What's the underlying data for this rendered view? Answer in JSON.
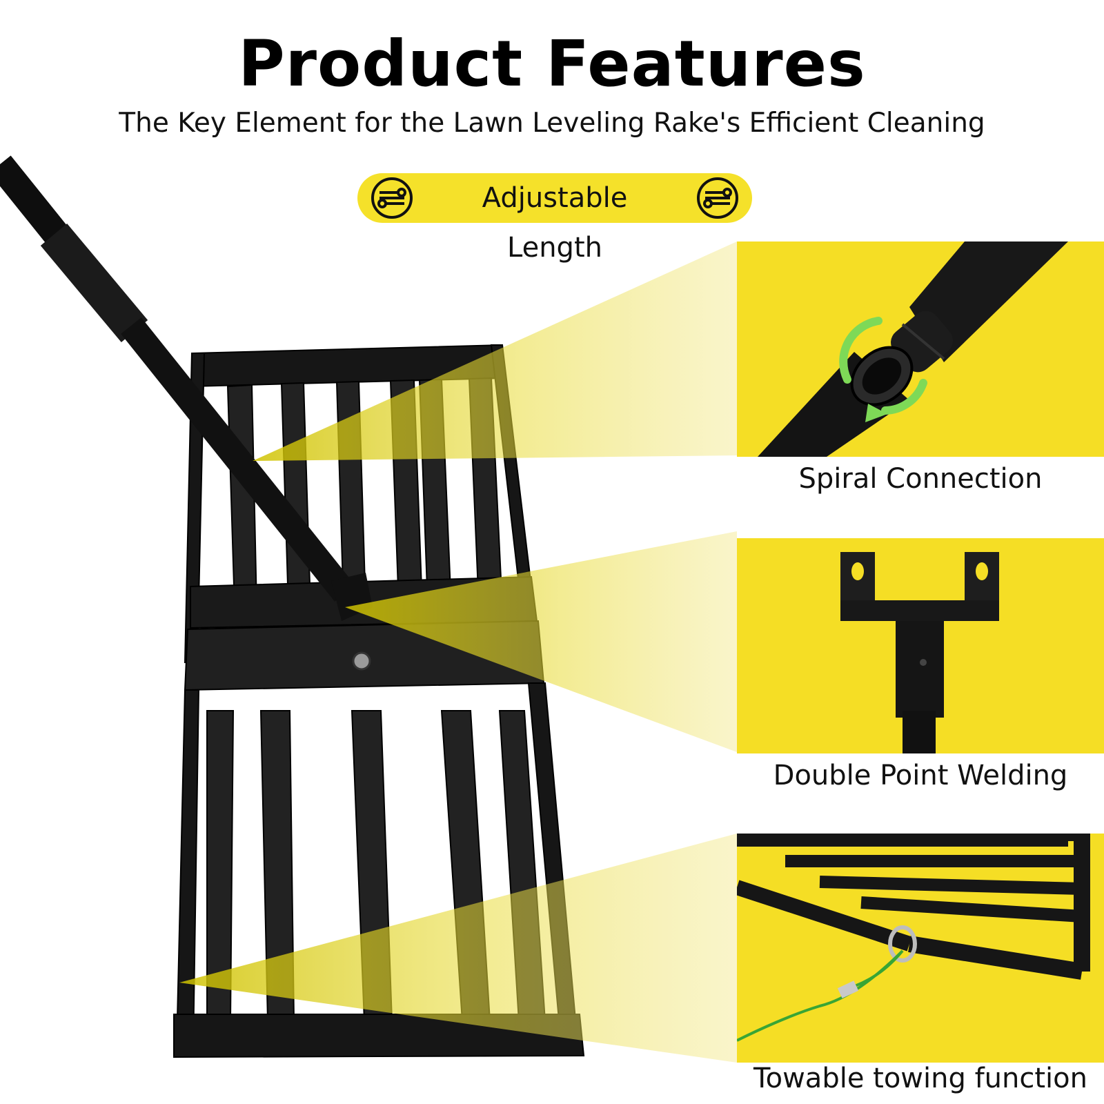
{
  "header": {
    "title": "Product Features",
    "subtitle": "The Key Element for the Lawn Leveling Rake's Efficient Cleaning"
  },
  "badge": {
    "label": "Adjustable Length",
    "icon": "adjust-sliders-icon",
    "color": "#f5e12a"
  },
  "features": [
    {
      "caption": "Spiral Connection",
      "icon": "rotate-arrows-icon"
    },
    {
      "caption": "Double Point Welding",
      "icon": "u-bracket-weld"
    },
    {
      "caption": "Towable towing function",
      "icon": "tow-cable"
    }
  ],
  "colors": {
    "accent_yellow": "#f5de25",
    "arrow_green": "#7ed957",
    "metal_black": "#151515"
  }
}
